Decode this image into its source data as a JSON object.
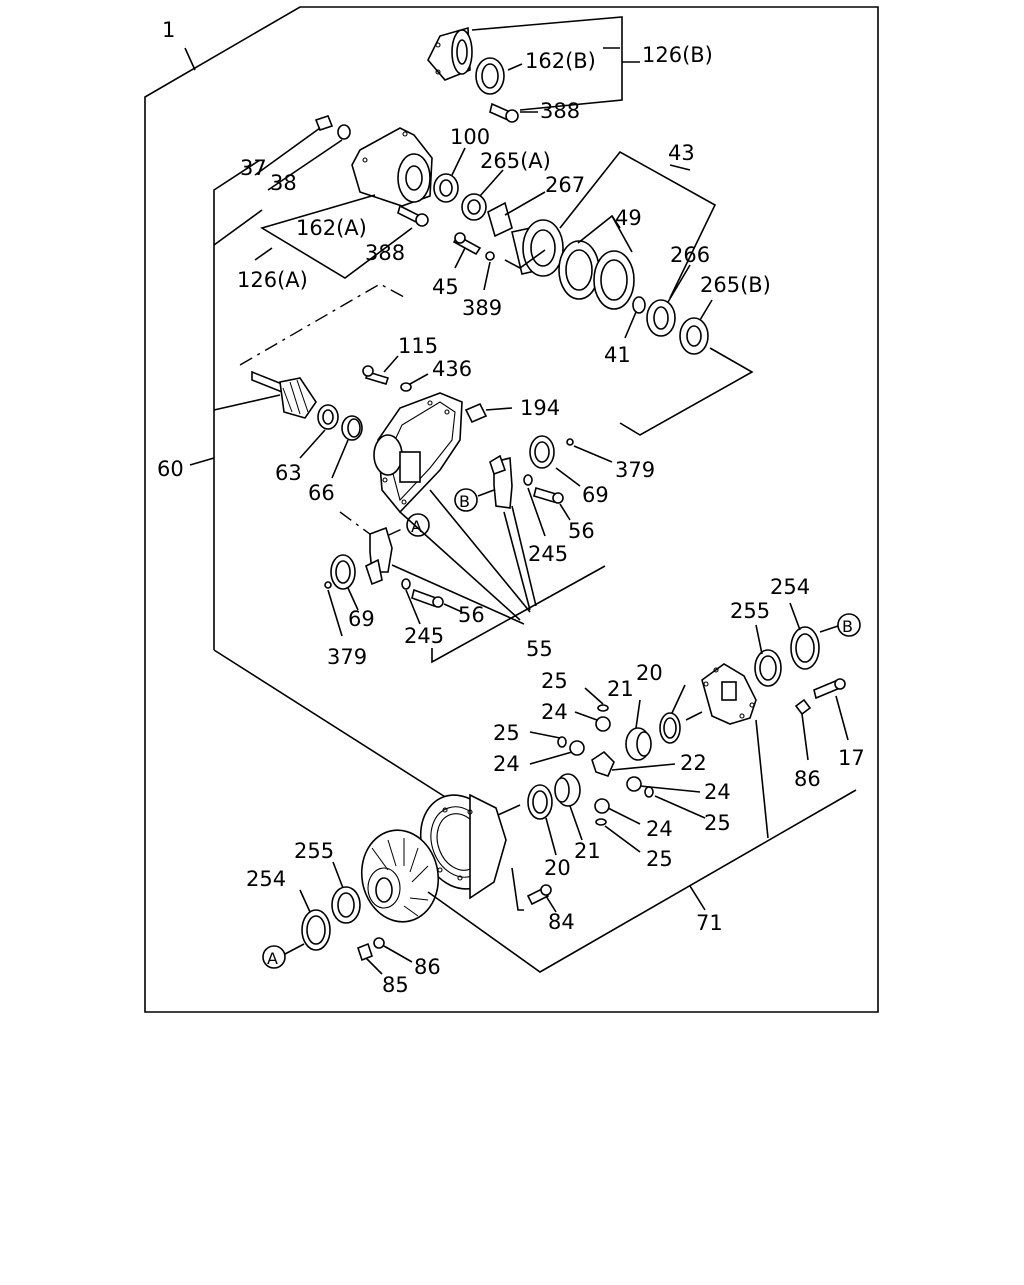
{
  "labels": {
    "l1": "1",
    "l126b": "126(B)",
    "l162b": "162(B)",
    "l388a": "388",
    "l100": "100",
    "l265a": "265(A)",
    "l43": "43",
    "l37": "37",
    "l38": "38",
    "l267": "267",
    "l49": "49",
    "l162a": "162(A)",
    "l388b": "388",
    "l126a": "126(A)",
    "l266": "266",
    "l265b": "265(B)",
    "l45": "45",
    "l389": "389",
    "l41": "41",
    "l115": "115",
    "l436": "436",
    "l194": "194",
    "l60": "60",
    "l63": "63",
    "l66": "66",
    "l69a": "69",
    "l379a": "379",
    "l56a": "56",
    "l245a": "245",
    "l69b": "69",
    "l56b": "56",
    "l379b": "379",
    "l245b": "245",
    "l55": "55",
    "l254a": "254",
    "l255a": "255",
    "l20a": "20",
    "l25a": "25",
    "l21a": "21",
    "l24a": "24",
    "l25b": "25",
    "l24b": "24",
    "l22": "22",
    "l17": "17",
    "l24c": "24",
    "l86a": "86",
    "l25c": "25",
    "l24d": "24",
    "l20b": "20",
    "l21b": "21",
    "l25d": "25",
    "l255b": "255",
    "l254b": "254",
    "l84": "84",
    "l71": "71",
    "l86b": "86",
    "l85": "85",
    "mA1": "A",
    "mB1": "B",
    "mA2": "A",
    "mB2": "B"
  }
}
